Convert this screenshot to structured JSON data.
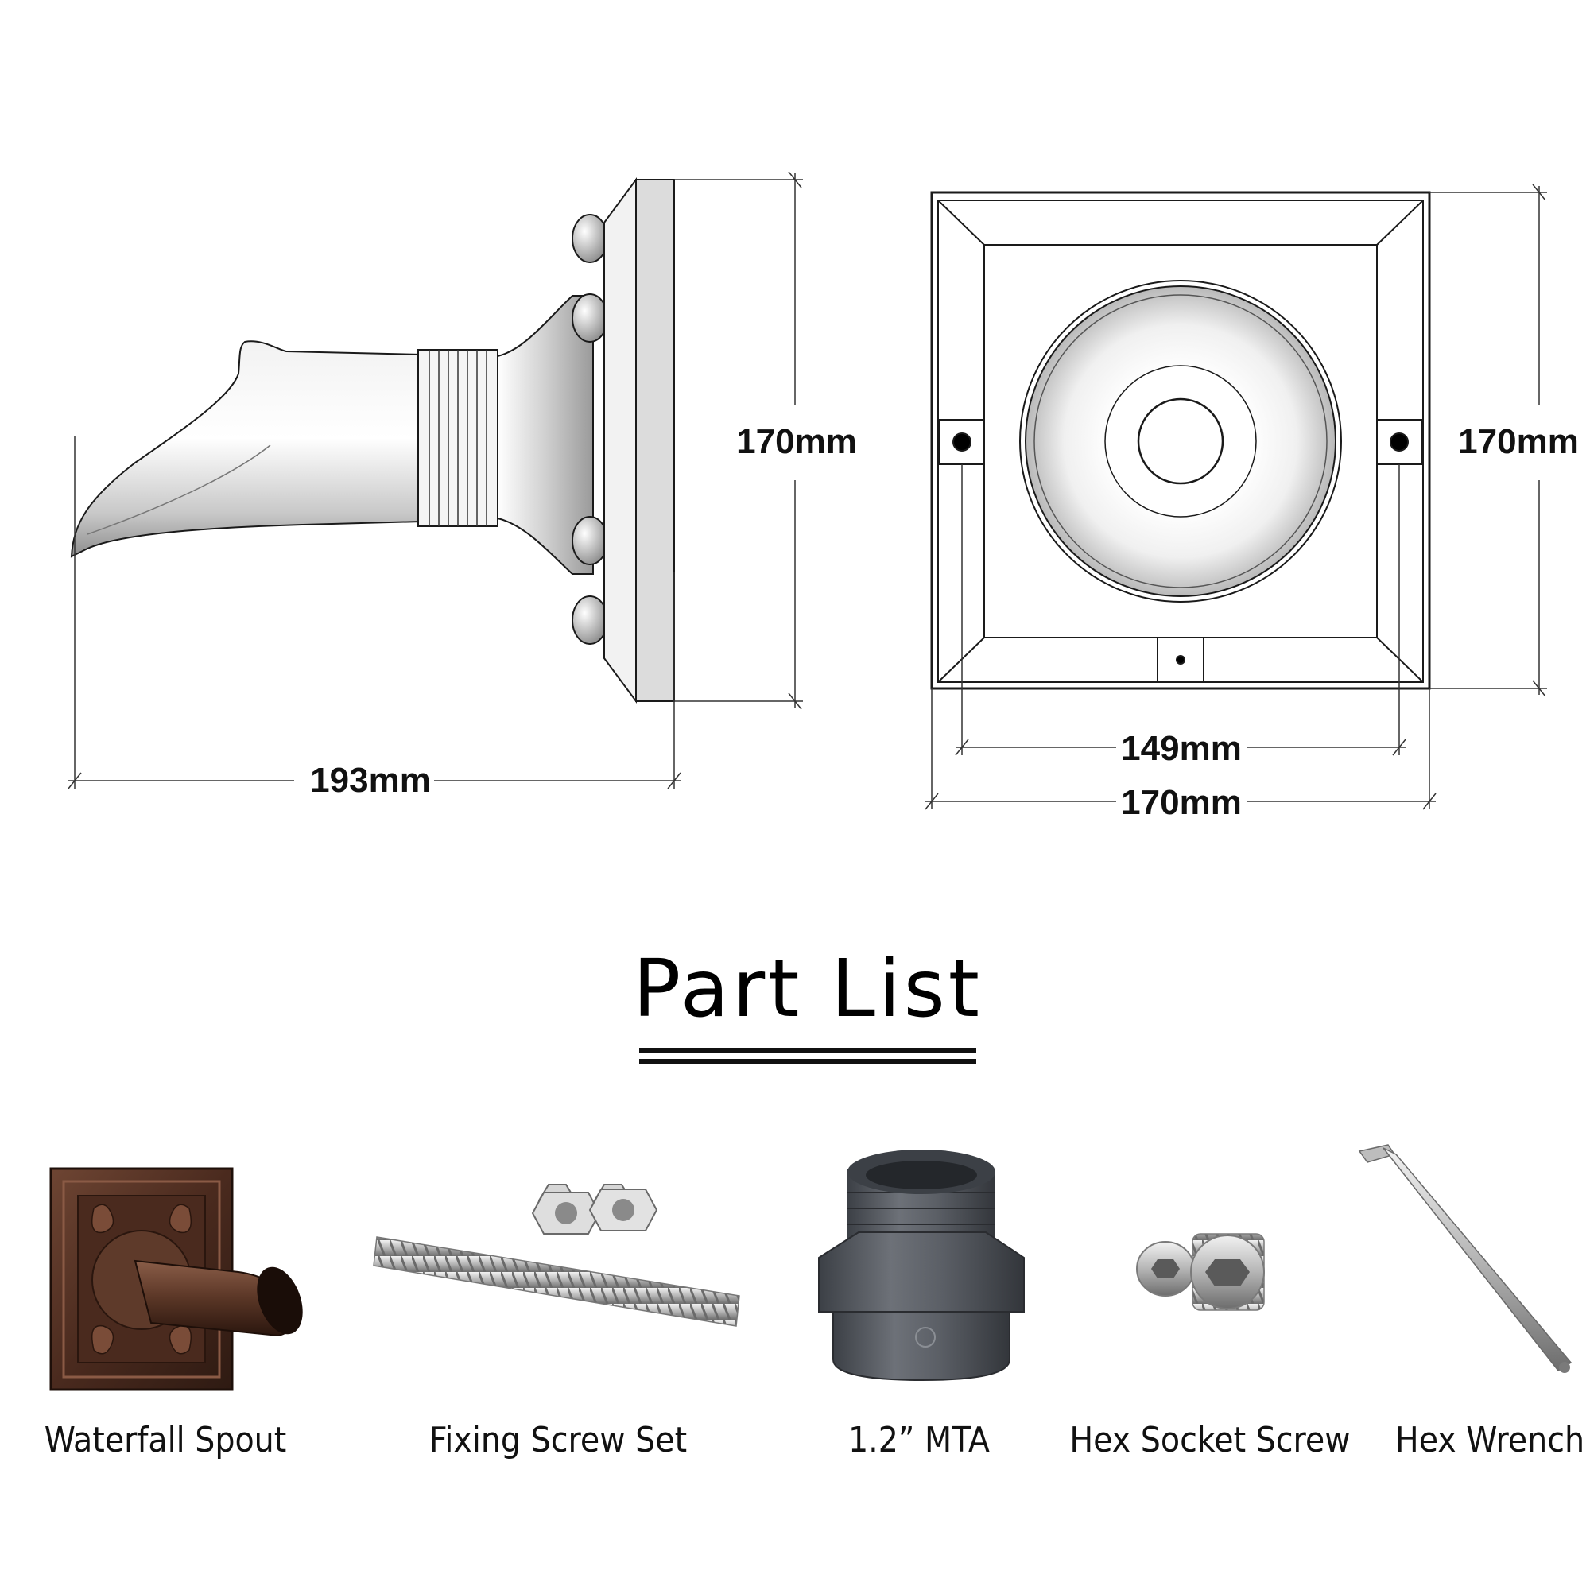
{
  "side_view": {
    "dim_width": "193mm",
    "dim_height": "170mm"
  },
  "front_view": {
    "dim_height": "170mm",
    "dim_hole_spacing": "149mm",
    "dim_width": "170mm"
  },
  "section_title": "Part List",
  "parts": [
    {
      "label": "Waterfall Spout",
      "icon": "waterfall-spout-icon"
    },
    {
      "label": "Fixing Screw Set",
      "icon": "threaded-rod-nuts-icon"
    },
    {
      "label": "1.2”  MTA",
      "icon": "pvc-adapter-icon"
    },
    {
      "label": "Hex Socket Screw",
      "icon": "hex-socket-plug-icon"
    },
    {
      "label": "Hex Wrench",
      "icon": "allen-key-icon"
    }
  ],
  "colors": {
    "line": "#1a1a1a",
    "bronze": "#5a3626",
    "pvc_gray": "#5b5f66",
    "steel": "#c9c9c9"
  }
}
